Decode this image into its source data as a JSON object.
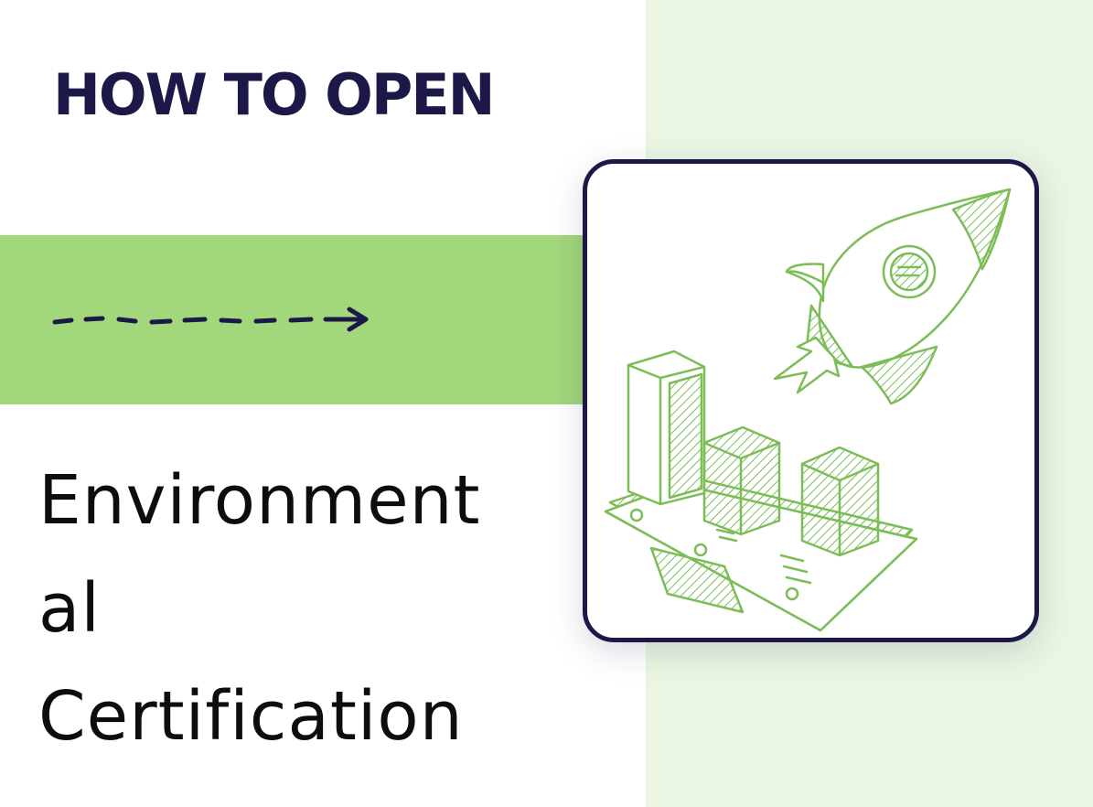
{
  "header": {
    "title": "HOW TO OPEN"
  },
  "title": {
    "lines": [
      "Environment",
      "al",
      "Certification"
    ]
  },
  "icons": {
    "arrow": "dashed-arrow-icon",
    "illustration": "rocket-and-bar-chart-illustration"
  },
  "colors": {
    "navy": "#1c1848",
    "green": "#a2d77b",
    "light_green": "#eaf6e2",
    "sketch_green": "#7cbd58"
  }
}
